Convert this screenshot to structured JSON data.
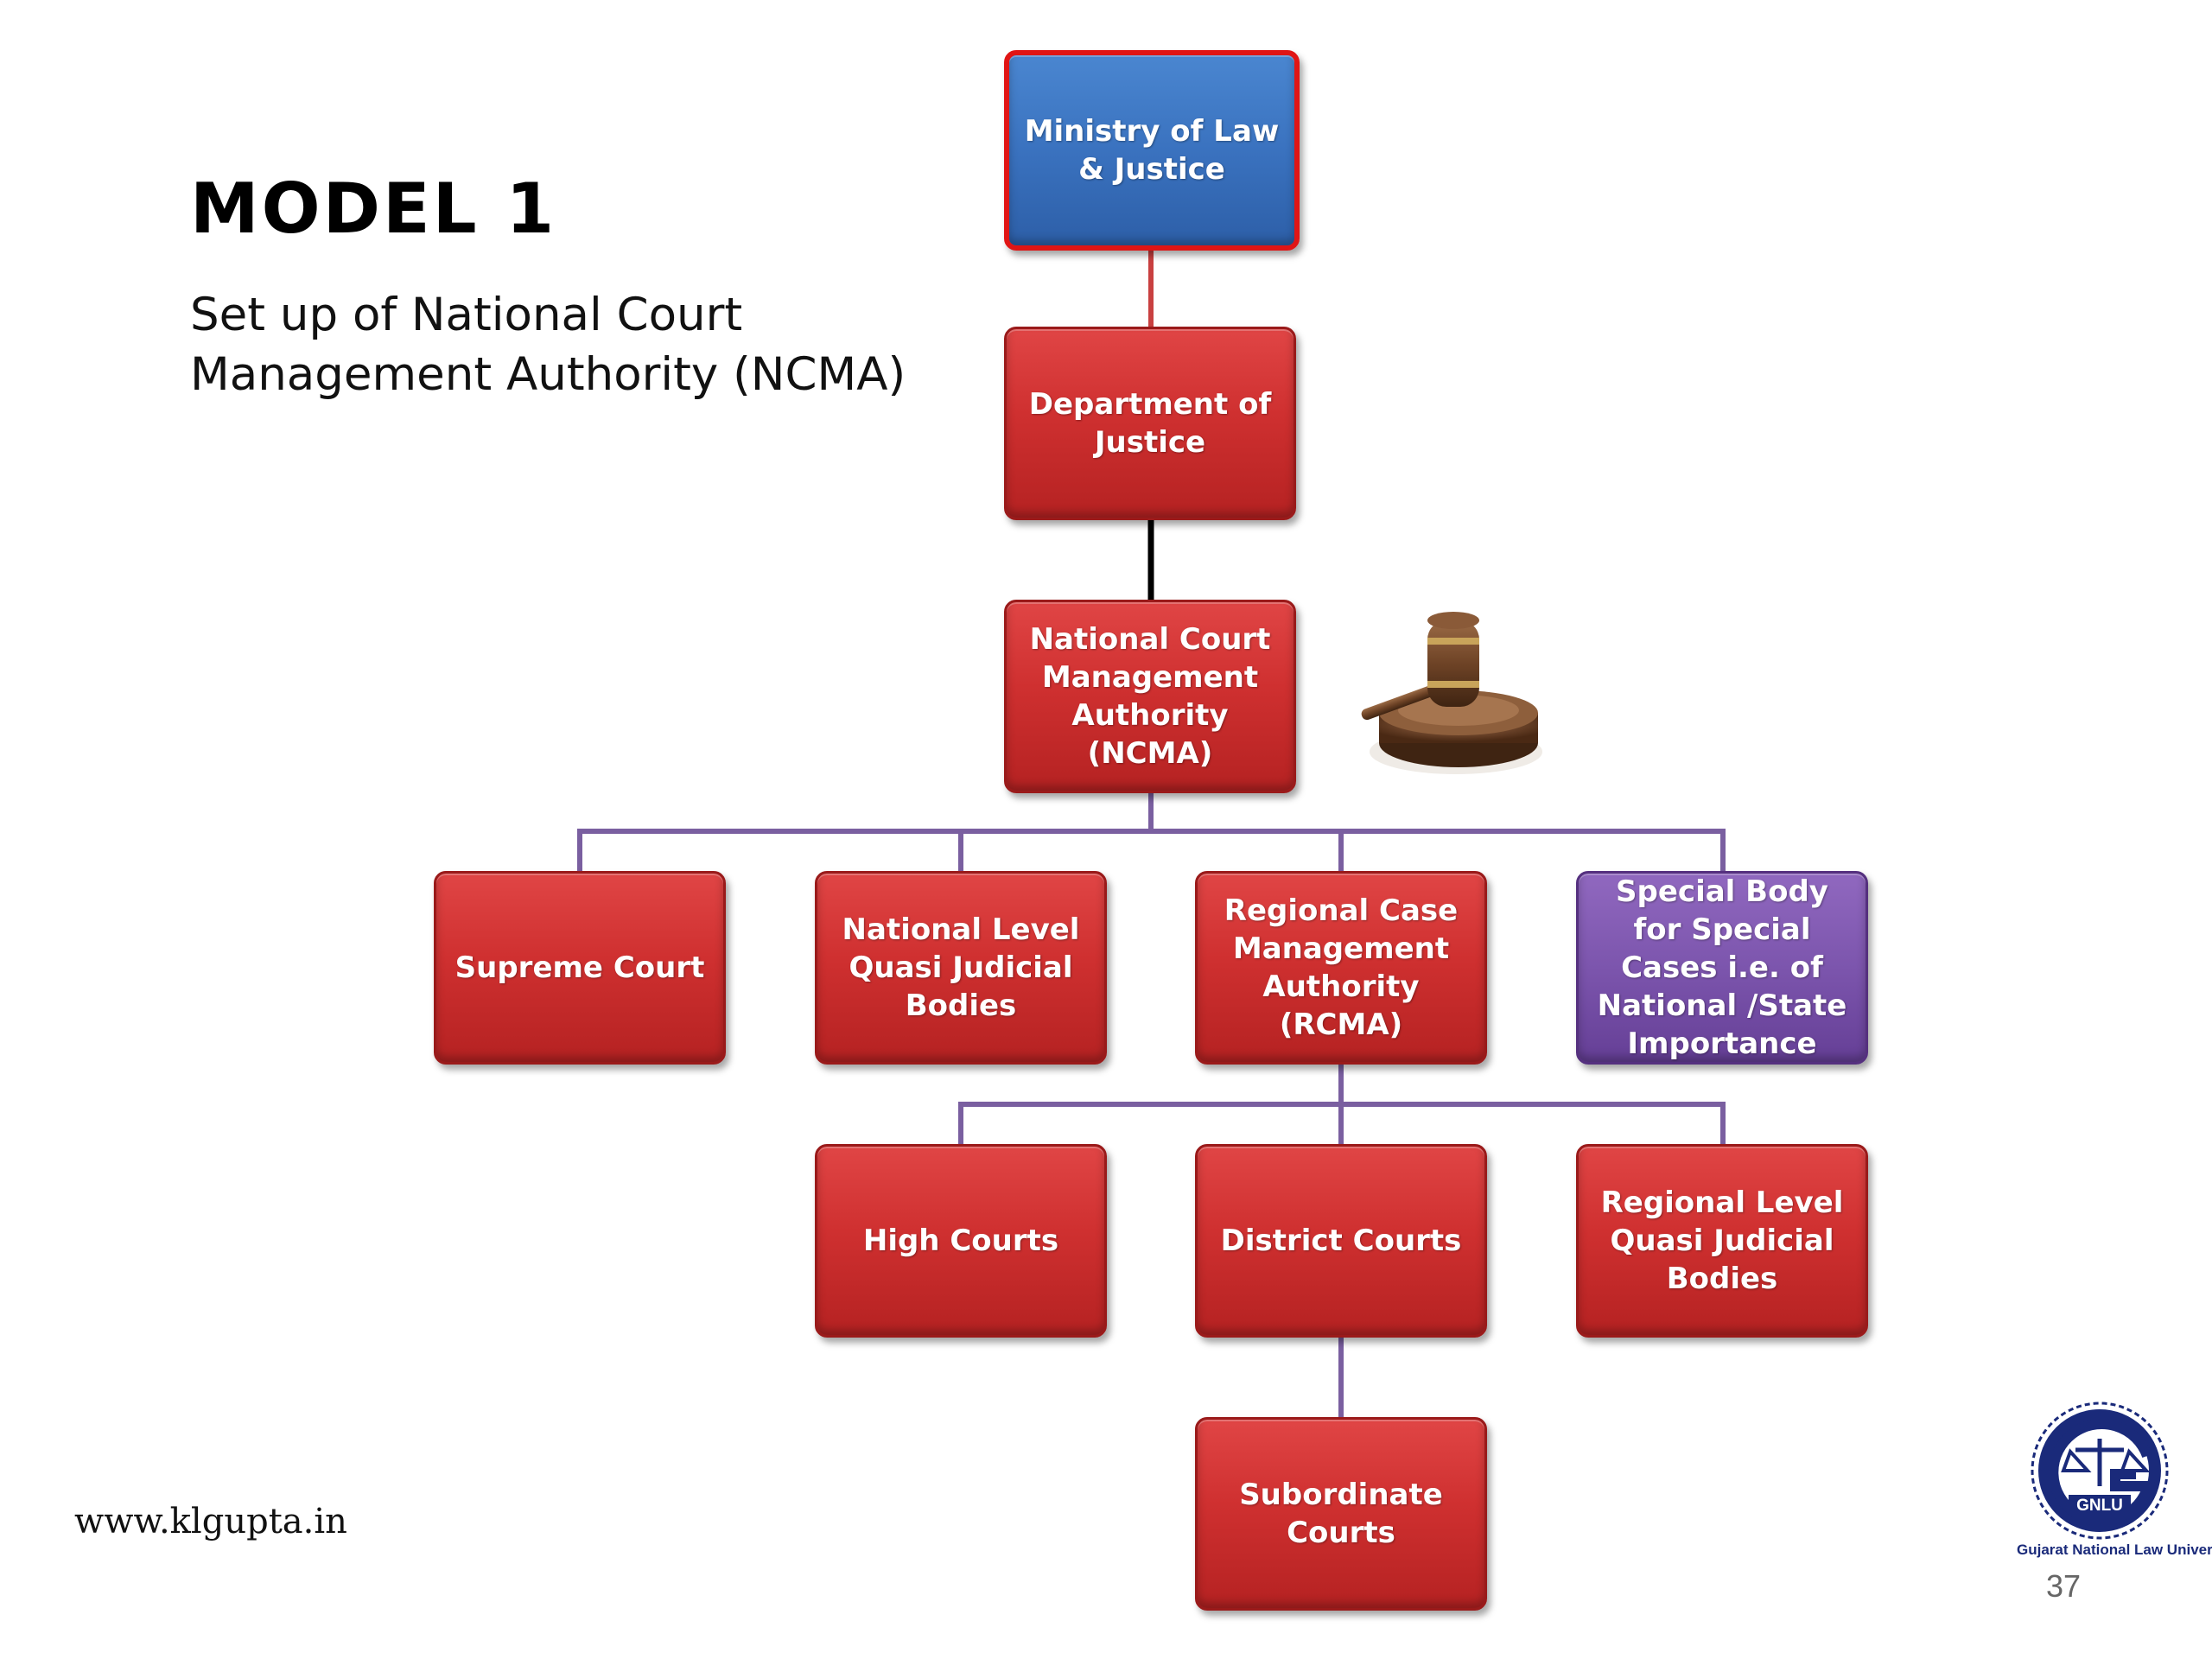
{
  "slide": {
    "title": "MODEL 1",
    "subtitle": "Set up of National Court Management Authority (NCMA)",
    "website": "www.klgupta.in",
    "page_number": "37",
    "logo_text": "GNLU",
    "institution": "Gujarat National Law University"
  },
  "diagram": {
    "nodes": {
      "ministry": "Ministry of Law & Justice",
      "doj": "Department of Justice",
      "ncma": "National Court Management Authority (NCMA)",
      "supreme": "Supreme Court",
      "nlqjb": "National Level Quasi Judicial Bodies",
      "rcma": "Regional Case Management Authority (RCMA)",
      "special": "Special Body for Special Cases i.e. of National /State Importance",
      "high": "High Courts",
      "district": "District Courts",
      "rlqjb": "Regional Level Quasi Judicial Bodies",
      "subordinate": "Subordinate Courts"
    },
    "edges": [
      [
        "ministry",
        "doj"
      ],
      [
        "doj",
        "ncma"
      ],
      [
        "ncma",
        "supreme"
      ],
      [
        "ncma",
        "nlqjb"
      ],
      [
        "ncma",
        "rcma"
      ],
      [
        "ncma",
        "special"
      ],
      [
        "rcma",
        "high"
      ],
      [
        "rcma",
        "district"
      ],
      [
        "rcma",
        "rlqjb"
      ],
      [
        "district",
        "subordinate"
      ]
    ],
    "colors": {
      "node_red": "#cf3030",
      "node_blue": "#3a72bf",
      "node_purple": "#7c55ad",
      "ministry_border": "#e01515",
      "connector_purple": "#7a5fa0"
    }
  }
}
